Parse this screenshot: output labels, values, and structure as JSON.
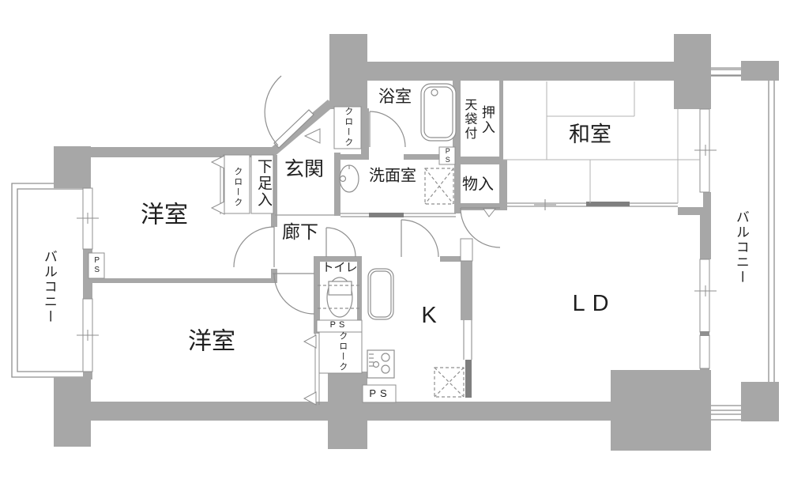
{
  "labels": {
    "western_room": "洋室",
    "japanese_room": "和室",
    "living_dining": "LD",
    "kitchen": "K",
    "bath": "浴室",
    "washroom": "洗面室",
    "toilet": "トイレ",
    "hallway": "廊下",
    "entrance": "玄関",
    "storage": "物入",
    "shoe_cabinet": "下足入",
    "closet": "クローク",
    "closet_top_shelf": "天袋付",
    "futon_closet": "押入",
    "balcony": "バルコニー",
    "pipe_space": "PS"
  },
  "colors": {
    "wall": "#a7a7a7",
    "line": "#8f8f8f",
    "tatami_line": "#b3b3b3",
    "dark_panel": "#7f7f7f",
    "text": "#1f1f1f"
  }
}
